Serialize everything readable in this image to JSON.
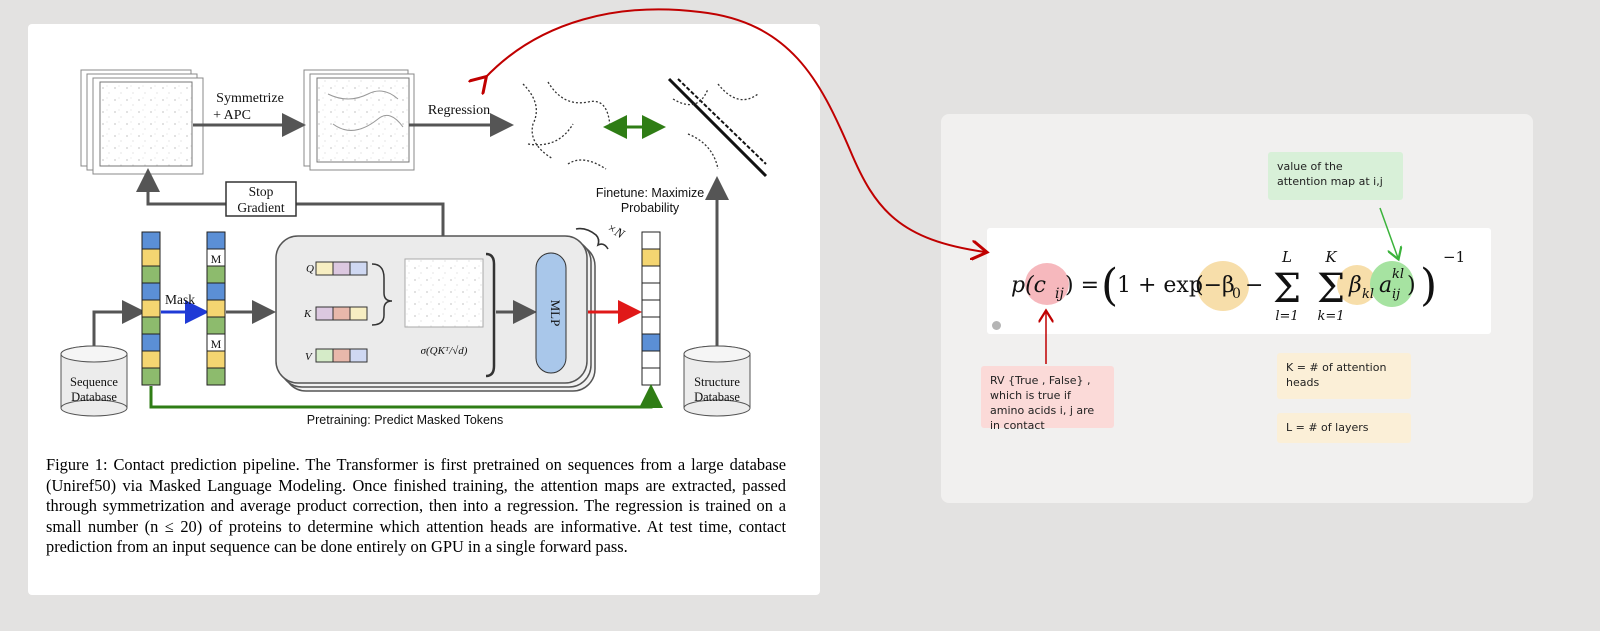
{
  "diagram": {
    "symmetrize_label_1": "Symmetrize",
    "symmetrize_label_2": "+ APC",
    "regression_label": "Regression",
    "stop_gradient_1": "Stop",
    "stop_gradient_2": "Gradient",
    "finetune_1": "Finetune: Maximize",
    "finetune_2": "Probability",
    "mask_label": "Mask",
    "mask_token": "M",
    "q_label": "Q",
    "k_label": "K",
    "v_label": "V",
    "softmax_label": "σ(QKᵀ/√d)",
    "mlp_label": "MLP",
    "xn_label": "×N",
    "seq_db_1": "Sequence",
    "seq_db_2": "Database",
    "struct_db_1": "Structure",
    "struct_db_2": "Database",
    "pretraining_label": "Pretraining: Predict Masked Tokens"
  },
  "caption": "Figure 1: Contact prediction pipeline. The Transformer is first pretrained on sequences from a large database (Uniref50) via Masked Language Modeling. Once finished training, the attention maps are extracted, passed through symmetrization and average product correction, then into a regression. The regression is trained on a small number (n ≤ 20) of proteins to determine which attention heads are informative. At test time, contact prediction from an input sequence can be done entirely on GPU in a single forward pass.",
  "equation": {
    "lhs": "p(cij) =",
    "body": "(1 + exp(−β0 − Σ Σ βkl aij kl))",
    "exponent": "−1",
    "sum_upper_L": "L",
    "sum_lower_l": "l=1",
    "sum_upper_K": "K",
    "sum_lower_k": "k=1"
  },
  "notes": {
    "green": "value of the attention map at i,j",
    "red": "RV {True , False} , which is true if amino acids i, j are in contact",
    "yellow_k": "K = # of attention heads",
    "yellow_l": "L = # of layers"
  },
  "colors": {
    "annotation_arrow": "#c00000",
    "green_highlight": "#a6e3a1",
    "yellow_highlight": "#f7deaa",
    "red_highlight": "#f6b8bd",
    "token_blue": "#5b8fd6",
    "token_yellow": "#f4d571",
    "token_green": "#8dbb6d"
  }
}
